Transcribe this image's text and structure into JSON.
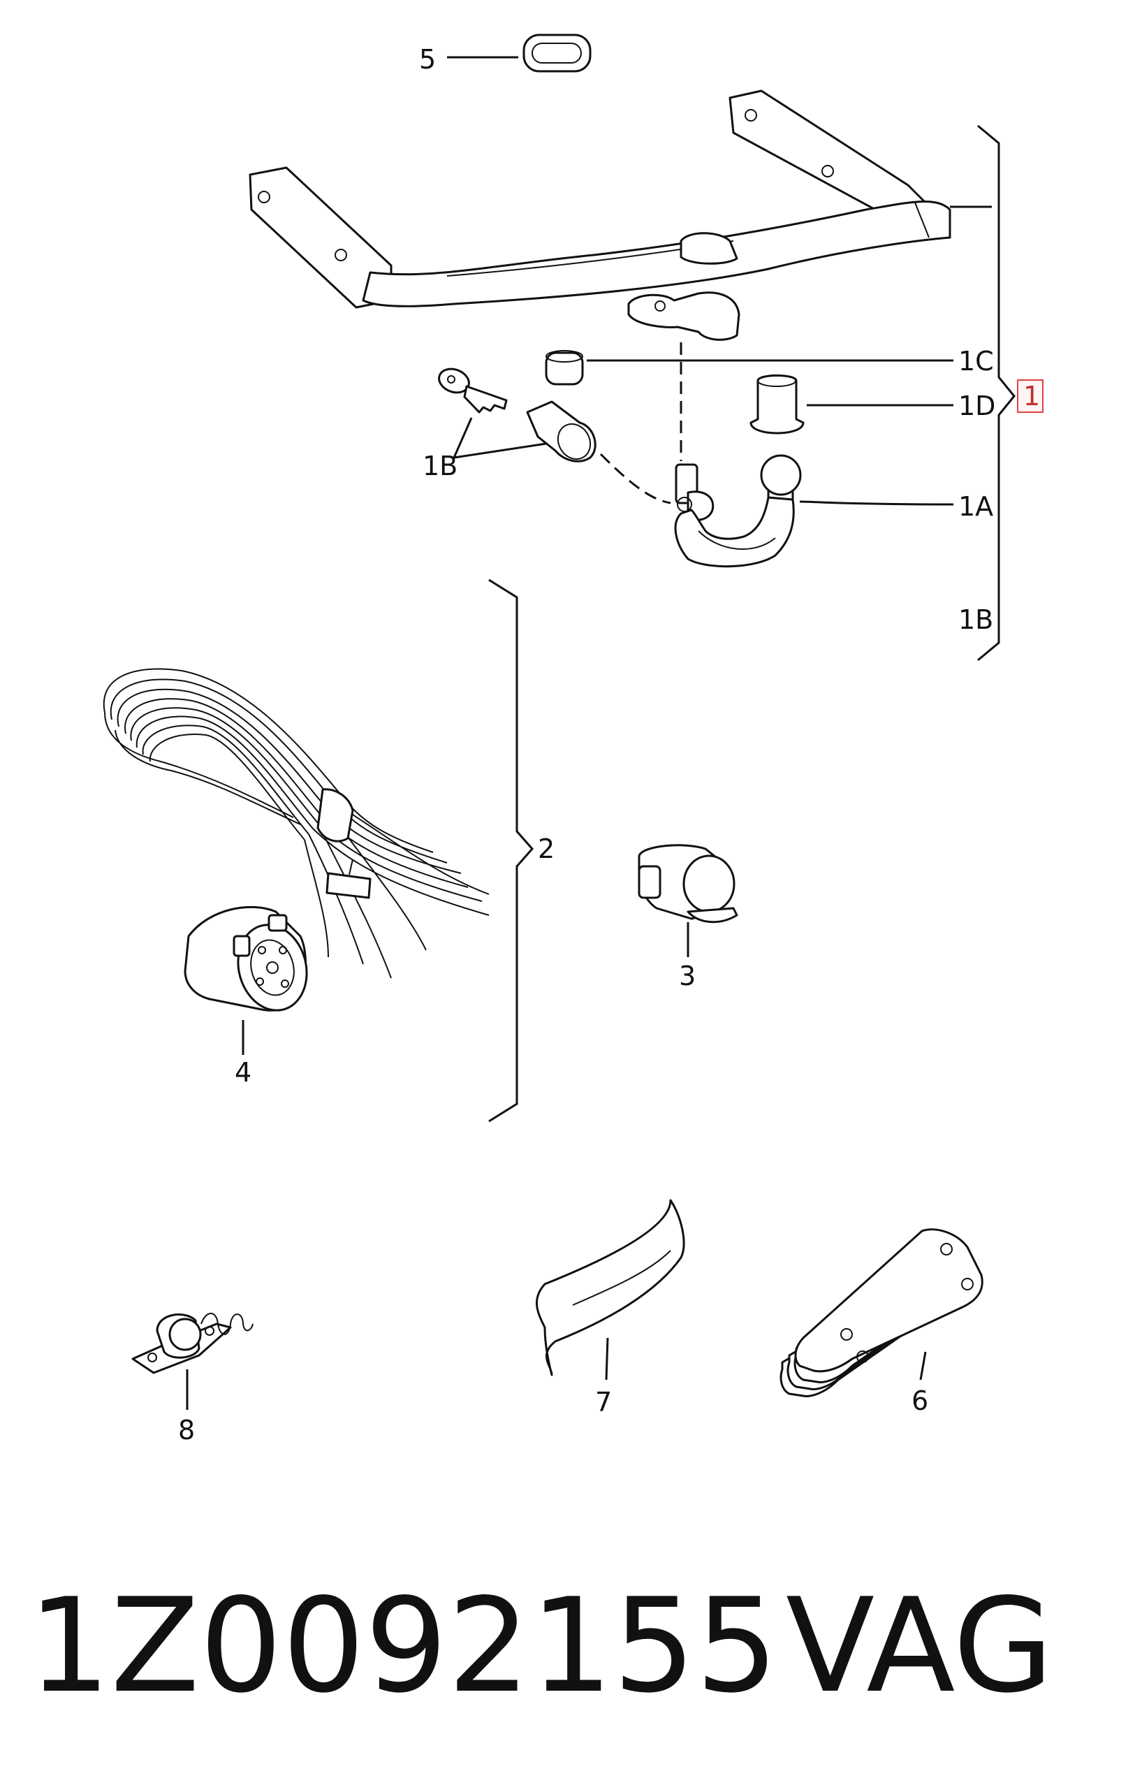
{
  "callouts": {
    "c5": "5",
    "c1C": "1C",
    "c1D": "1D",
    "c1": "1",
    "c1B_left": "1B",
    "c1A": "1A",
    "c1B_right": "1B",
    "c2": "2",
    "c3": "3",
    "c4": "4",
    "c7": "7",
    "c6": "6",
    "c8": "8"
  },
  "footer": {
    "part_number": "1Z0092155",
    "brand": "VAG"
  },
  "colors": {
    "line": "#111111",
    "highlight_box": "#e04040"
  }
}
